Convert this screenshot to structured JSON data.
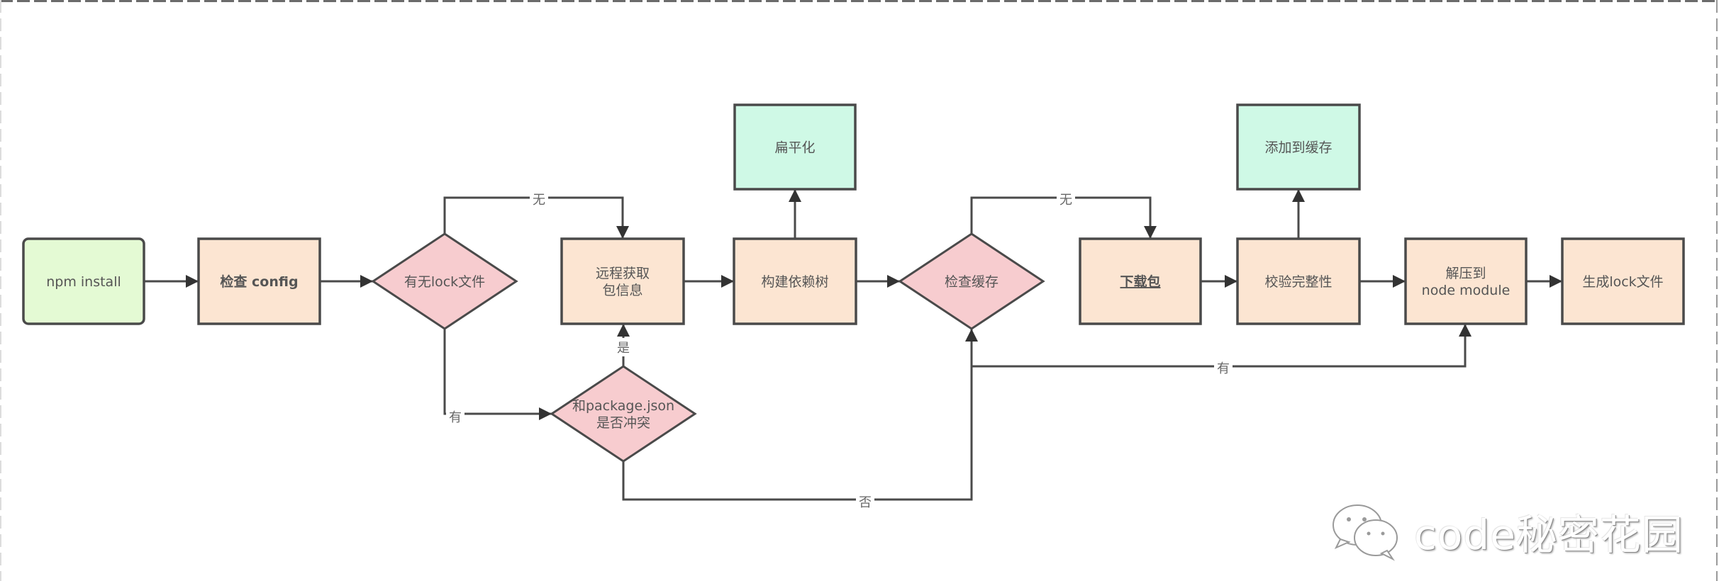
{
  "title": "npm install 流程图",
  "colors": {
    "start": "#E4FAD4",
    "process": "#FCE5D2",
    "decision": "#F7CCCF",
    "side": "#CFF9E6",
    "stroke": "#4a4a4a",
    "text": "#555555"
  },
  "nodes": [
    {
      "id": "npm-install",
      "type": "start",
      "lines": [
        "npm install"
      ]
    },
    {
      "id": "check-config",
      "type": "process",
      "lines": [
        "检查 config"
      ],
      "bold": true
    },
    {
      "id": "has-lock",
      "type": "decision",
      "lines": [
        "有无lock文件"
      ]
    },
    {
      "id": "fetch-remote",
      "type": "process",
      "lines": [
        "远程获取",
        "包信息"
      ]
    },
    {
      "id": "build-tree",
      "type": "process",
      "lines": [
        "构建依赖树"
      ]
    },
    {
      "id": "flatten",
      "type": "side",
      "lines": [
        "扁平化"
      ]
    },
    {
      "id": "check-cache",
      "type": "decision",
      "lines": [
        "检查缓存"
      ]
    },
    {
      "id": "download",
      "type": "process",
      "lines": [
        "下载包"
      ],
      "bold": true,
      "underline": true
    },
    {
      "id": "verify",
      "type": "process",
      "lines": [
        "校验完整性"
      ]
    },
    {
      "id": "add-cache",
      "type": "side",
      "lines": [
        "添加到缓存"
      ]
    },
    {
      "id": "extract",
      "type": "process",
      "lines": [
        "解压到",
        "node module"
      ]
    },
    {
      "id": "gen-lock",
      "type": "process",
      "lines": [
        "生成lock文件"
      ]
    },
    {
      "id": "pkg-conflict",
      "type": "decision",
      "lines": [
        "和package.json",
        "是否冲突"
      ]
    }
  ],
  "edges": [
    {
      "from": "npm-install",
      "to": "check-config",
      "label": ""
    },
    {
      "from": "check-config",
      "to": "has-lock",
      "label": ""
    },
    {
      "from": "has-lock",
      "to": "fetch-remote",
      "label": "无"
    },
    {
      "from": "has-lock",
      "to": "pkg-conflict",
      "label": "有"
    },
    {
      "from": "pkg-conflict",
      "to": "fetch-remote",
      "label": "是"
    },
    {
      "from": "pkg-conflict",
      "to": "check-cache",
      "label": "否"
    },
    {
      "from": "fetch-remote",
      "to": "build-tree",
      "label": ""
    },
    {
      "from": "build-tree",
      "to": "flatten",
      "label": ""
    },
    {
      "from": "build-tree",
      "to": "check-cache",
      "label": ""
    },
    {
      "from": "check-cache",
      "to": "download",
      "label": "无"
    },
    {
      "from": "check-cache",
      "to": "extract",
      "label": "有"
    },
    {
      "from": "download",
      "to": "verify",
      "label": ""
    },
    {
      "from": "verify",
      "to": "add-cache",
      "label": ""
    },
    {
      "from": "verify",
      "to": "extract",
      "label": ""
    },
    {
      "from": "extract",
      "to": "gen-lock",
      "label": ""
    }
  ],
  "watermark": {
    "icon": "wechat-icon",
    "text": "code秘密花园"
  }
}
